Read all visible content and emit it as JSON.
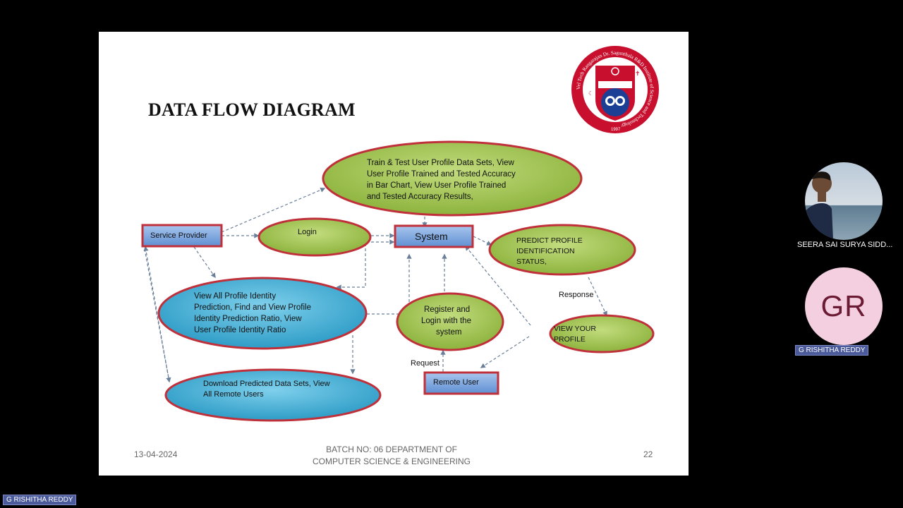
{
  "slide": {
    "title": "DATA FLOW DIAGRAM",
    "footer": {
      "date": "13-04-2024",
      "batch_line1": "BATCH NO: 06     DEPARTMENT OF",
      "batch_line2": "COMPUTER SCIENCE & ENGINEERING",
      "page_number": "22"
    },
    "logo": {
      "ring_text": "Vel Tech Rangarajan Dr. Sagunthala R&D Institute of Science and Technology",
      "year": "1997",
      "colors": {
        "ring": "#c8102e",
        "inner": "#ffffff",
        "shield_blue": "#1b3f94"
      }
    },
    "diagram": {
      "colors": {
        "green_fill": "#9dc24f",
        "blue_fill": "#3aa9d0",
        "border_red": "#c0303a",
        "box_blue": "#6b9ad6",
        "arrow": "#6a7f9a"
      },
      "nodes": {
        "service_provider": "Service Provider",
        "login": "Login",
        "system": "System",
        "train_test": [
          "Train & Test User Profile Data Sets, View",
          "User Profile Trained and Tested Accuracy",
          "in Bar Chart, View User Profile Trained",
          "and Tested Accuracy Results,"
        ],
        "predict": [
          "PREDICT PROFILE",
          "IDENTIFICATION",
          "STATUS,"
        ],
        "view_all": [
          "View All Profile Identity",
          "Prediction, Find and View Profile",
          "Identity Prediction Ratio, View",
          "User Profile Identity Ratio"
        ],
        "register": [
          "Register and",
          "Login with the",
          "system"
        ],
        "view_profile": [
          "VIEW YOUR",
          "PROFILE"
        ],
        "download": [
          "Download Predicted Data Sets, View",
          "All Remote Users"
        ],
        "remote_user": "Remote User"
      },
      "labels": {
        "response": "Response",
        "request": "Request"
      }
    }
  },
  "participants": [
    {
      "name": "SEERA SAI SURYA SIDD...",
      "type": "photo"
    },
    {
      "name": "G RISHITHA REDDY",
      "initials": "GR",
      "type": "initials",
      "bg": "#f4cfe0"
    }
  ],
  "self_view": {
    "name": "G RISHITHA REDDY"
  }
}
